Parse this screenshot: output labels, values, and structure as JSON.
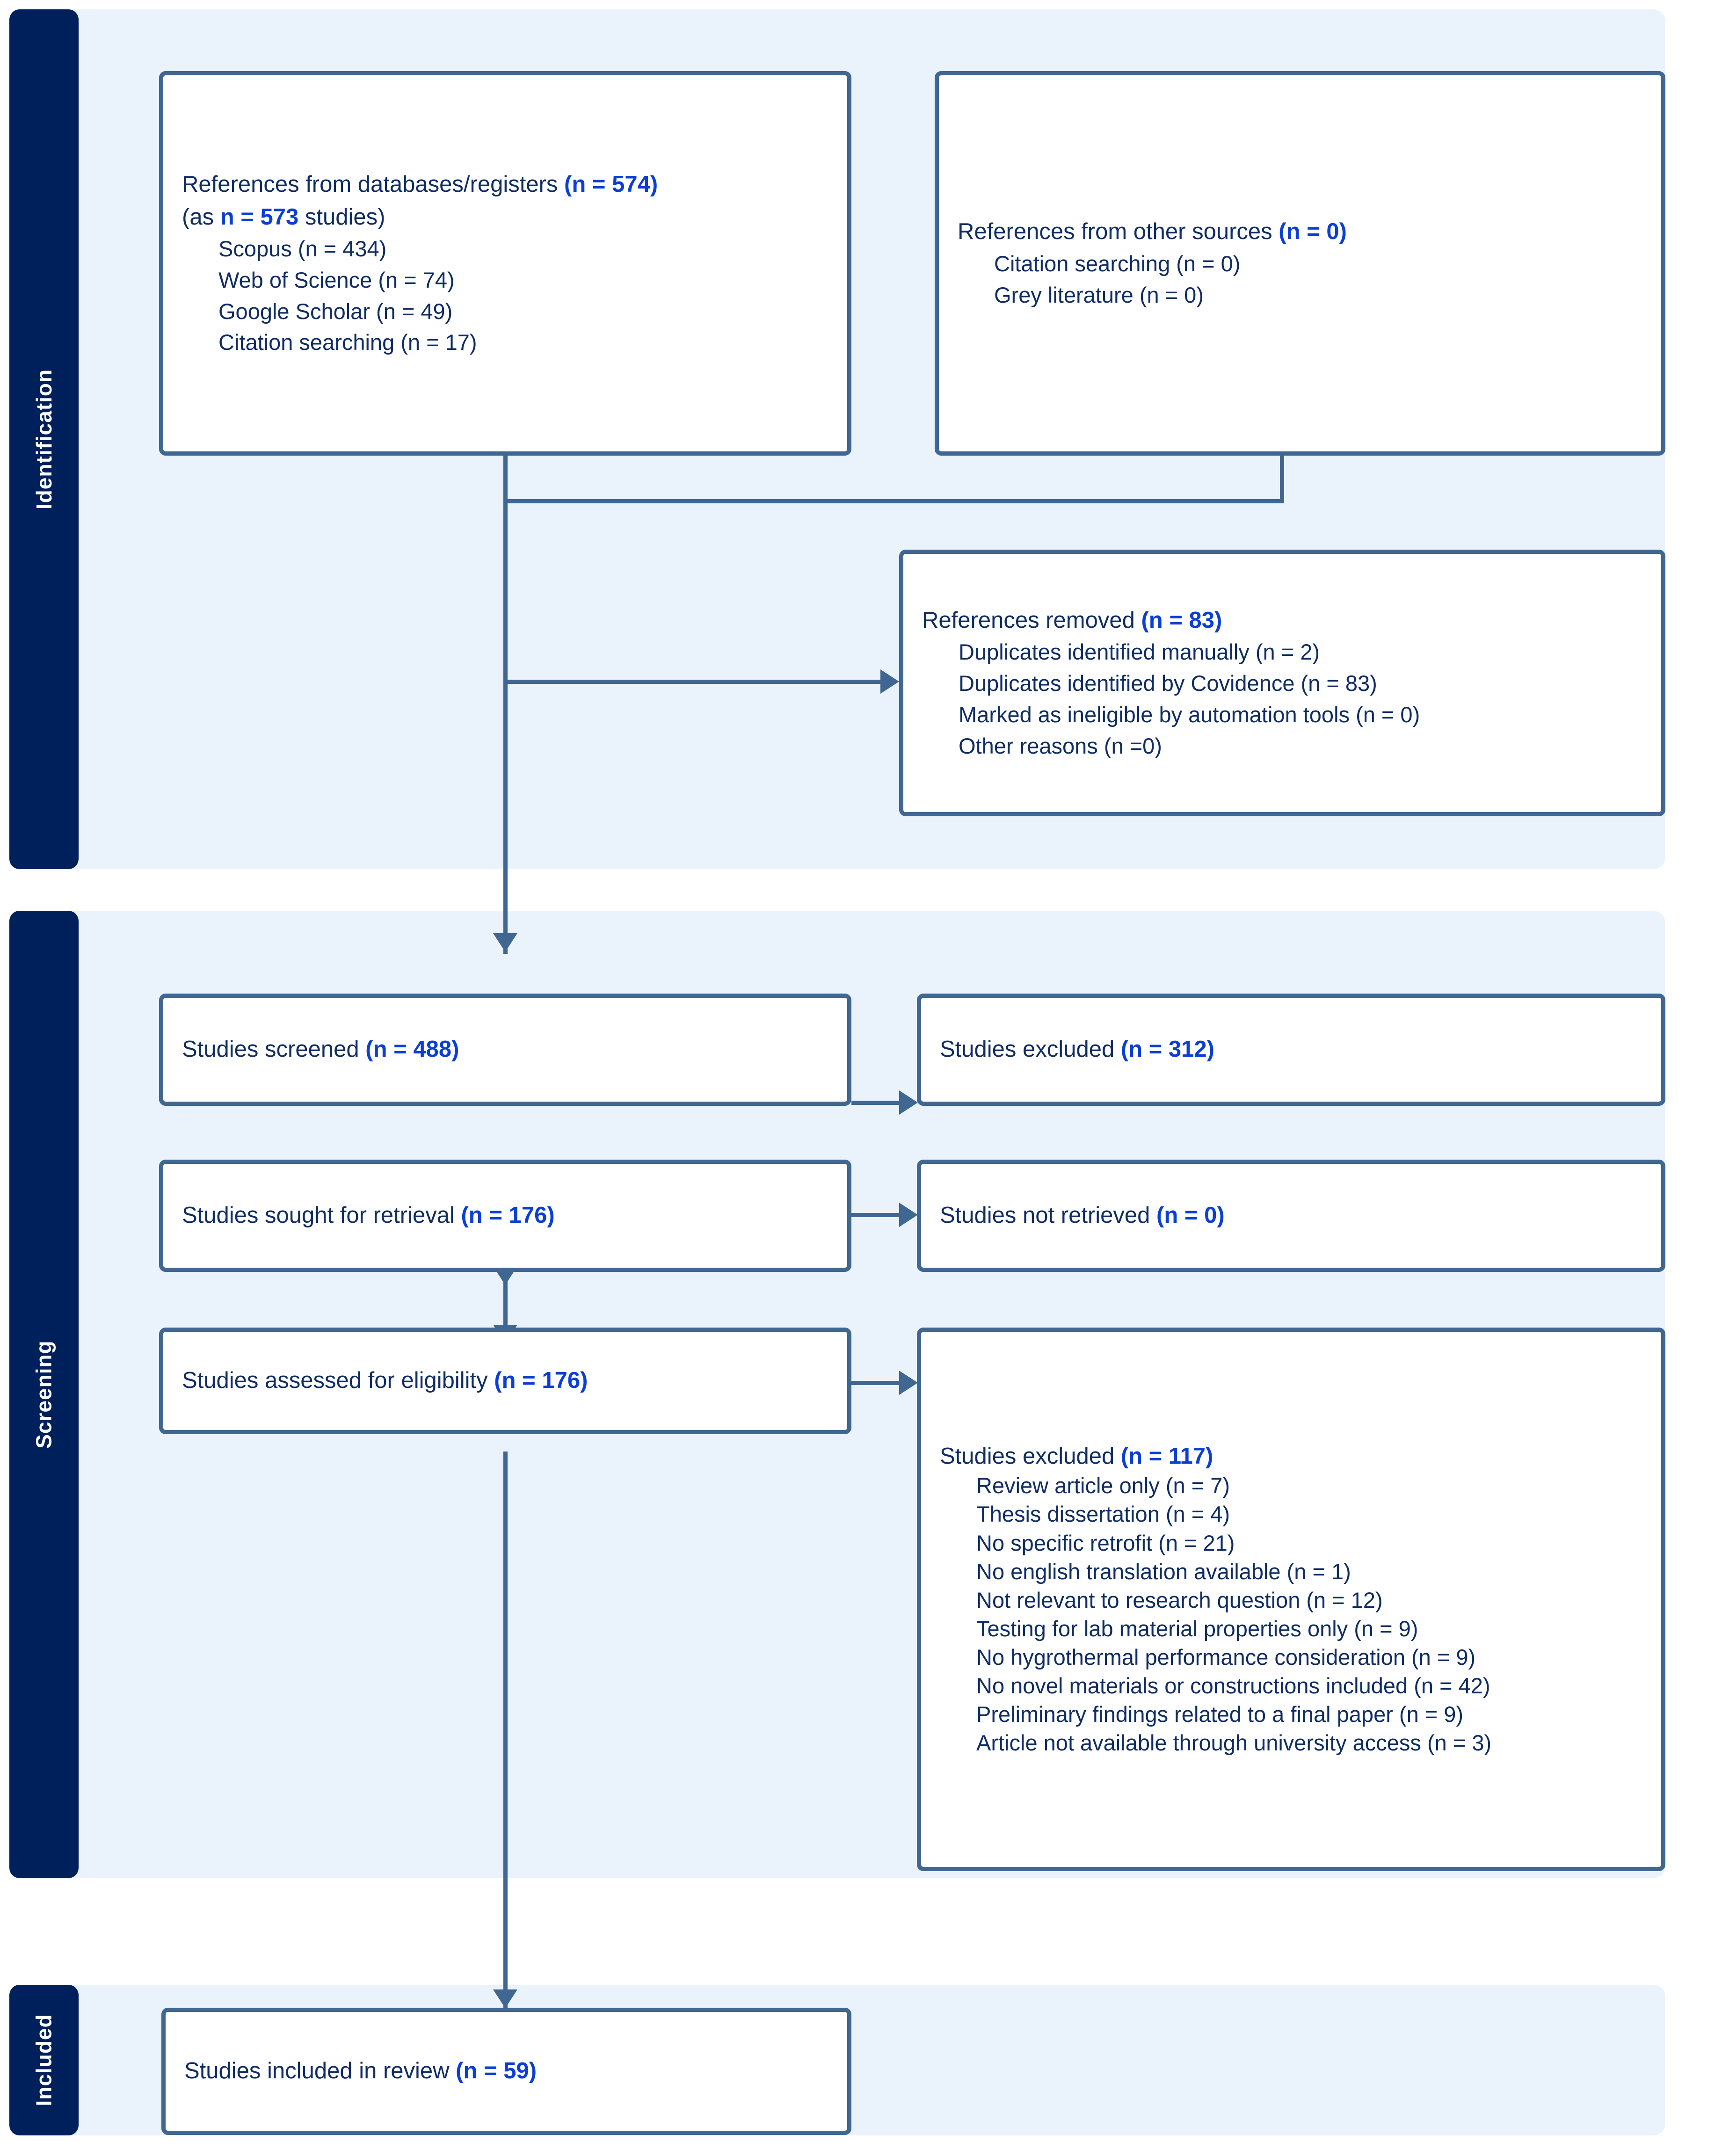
{
  "colors": {
    "stage_bar": "#00205B",
    "panel": "#EAF2FB",
    "box_border": "#3F6791",
    "text": "#0F2C63",
    "accent": "#0B3FD4"
  },
  "stages": [
    {
      "label": "Identification"
    },
    {
      "label": "Screening"
    },
    {
      "label": "Included"
    }
  ],
  "boxes": {
    "databases": {
      "title_text": "References from databases/registers ",
      "title_count": "(n = 574)",
      "subtitle_pre": "(as ",
      "subtitle_count": "n = 573",
      "subtitle_post": " studies)",
      "items": [
        "Scopus (n = 434)",
        "Web of Science (n = 74)",
        "Google Scholar (n = 49)",
        "Citation searching (n = 17)"
      ]
    },
    "other_sources": {
      "title_text": "References from other sources ",
      "title_count": "(n = 0)",
      "items": [
        "Citation searching (n = 0)",
        "Grey literature (n = 0)"
      ]
    },
    "removed": {
      "title_text": "References removed ",
      "title_count": "(n = 83)",
      "items": [
        "Duplicates identified manually (n = 2)",
        "Duplicates identified by Covidence (n = 83)",
        "Marked as ineligible by automation tools (n = 0)",
        "Other reasons (n =0)"
      ]
    },
    "screened": {
      "title_text": "Studies screened ",
      "title_count": "(n = 488)"
    },
    "screened_excluded": {
      "title_text": "Studies excluded ",
      "title_count": "(n = 312)"
    },
    "sought": {
      "title_text": "Studies sought for retrieval ",
      "title_count": "(n = 176)"
    },
    "not_retrieved": {
      "title_text": "Studies not retrieved ",
      "title_count": "(n = 0)"
    },
    "assessed": {
      "title_text": "Studies assessed for eligibility ",
      "title_count": "(n = 176)"
    },
    "eligibility_excluded": {
      "title_text": "Studies excluded ",
      "title_count": "(n = 117)",
      "items": [
        "Review article only (n = 7)",
        "Thesis dissertation (n = 4)",
        "No specific retrofit (n = 21)",
        "No english translation available (n = 1)",
        "Not relevant to research question (n = 12)",
        "Testing for lab material properties only (n = 9)",
        "No hygrothermal performance consideration (n = 9)",
        "No novel materials or constructions included (n = 42)",
        "Preliminary findings related to a final paper (n = 9)",
        "Article not available through university access (n = 3)"
      ]
    },
    "included": {
      "title_text": "Studies included in review ",
      "title_count": "(n = 59)"
    }
  }
}
